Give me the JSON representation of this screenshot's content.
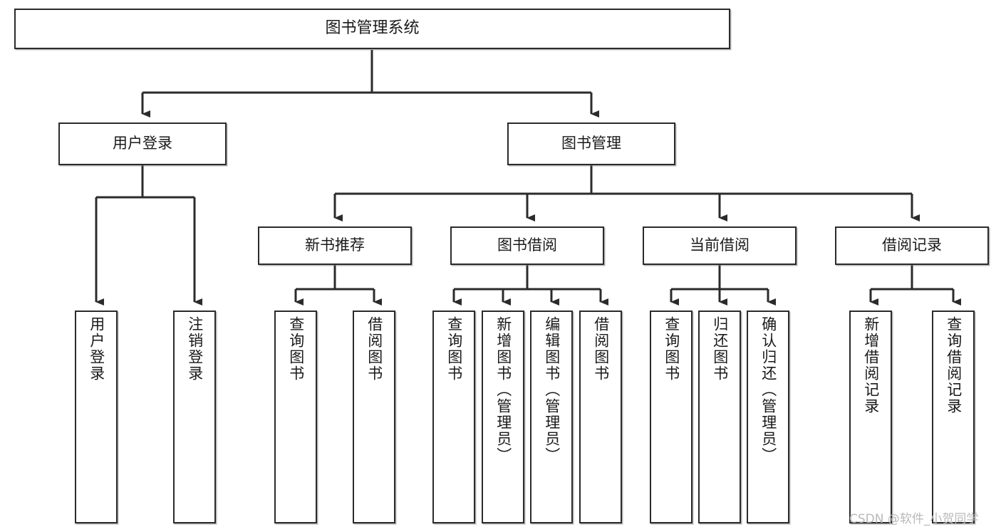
{
  "diagram": {
    "title": "图书管理系统",
    "type": "hierarchy-tree",
    "root": {
      "label": "图书管理系统"
    },
    "level1": [
      {
        "id": "user-login",
        "label": "用户登录"
      },
      {
        "id": "book-manage",
        "label": "图书管理"
      }
    ],
    "level2": [
      {
        "id": "new-book-recommend",
        "label": "新书推荐",
        "parent": "book-manage"
      },
      {
        "id": "book-borrow",
        "label": "图书借阅",
        "parent": "book-manage"
      },
      {
        "id": "current-borrow",
        "label": "当前借阅",
        "parent": "book-manage"
      },
      {
        "id": "borrow-record",
        "label": "借阅记录",
        "parent": "book-manage"
      }
    ],
    "leaves": [
      {
        "id": "leaf-user-login",
        "label": "用户登录",
        "parent": "user-login"
      },
      {
        "id": "leaf-logout",
        "label": "注销登录",
        "parent": "user-login"
      },
      {
        "id": "leaf-query-book-1",
        "label": "查询图书",
        "parent": "new-book-recommend"
      },
      {
        "id": "leaf-borrow-book-1",
        "label": "借阅图书",
        "parent": "new-book-recommend"
      },
      {
        "id": "leaf-query-book-2",
        "label": "查询图书",
        "parent": "book-borrow"
      },
      {
        "id": "leaf-add-book",
        "label": "新增图书（管理员）",
        "parent": "book-borrow"
      },
      {
        "id": "leaf-edit-book",
        "label": "编辑图书（管理员）",
        "parent": "book-borrow"
      },
      {
        "id": "leaf-borrow-book-2",
        "label": "借阅图书",
        "parent": "book-borrow"
      },
      {
        "id": "leaf-query-book-3",
        "label": "查询图书",
        "parent": "current-borrow"
      },
      {
        "id": "leaf-return-book",
        "label": "归还图书",
        "parent": "current-borrow"
      },
      {
        "id": "leaf-confirm-return",
        "label": "确认归还（管理员）",
        "parent": "current-borrow"
      },
      {
        "id": "leaf-add-record",
        "label": "新增借阅记录",
        "parent": "borrow-record"
      },
      {
        "id": "leaf-query-record",
        "label": "查询借阅记录",
        "parent": "borrow-record"
      }
    ],
    "watermark": "CSDN @软件_小贺同学",
    "colors": {
      "border": "#2b2b2b",
      "background": "#ffffff",
      "text": "#1a1a1a",
      "connector": "#2b2b2b",
      "watermark": "#b9b9b9"
    }
  }
}
